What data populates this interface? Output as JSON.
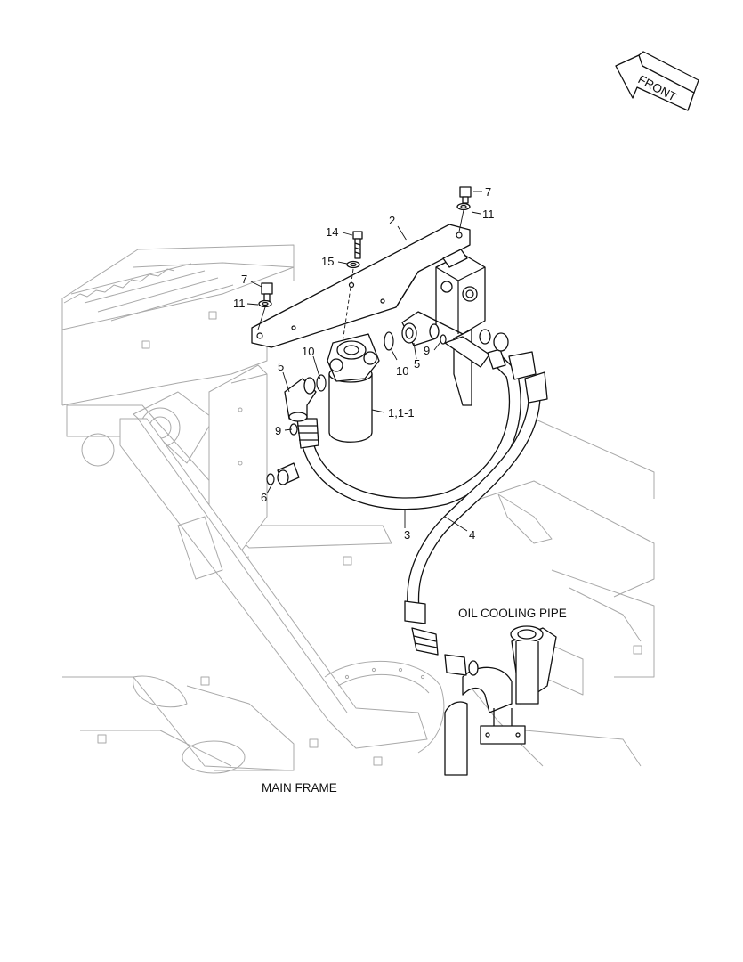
{
  "direction": {
    "label": "FRONT"
  },
  "callouts": [
    {
      "id": "c1",
      "text": "7"
    },
    {
      "id": "c2",
      "text": "11"
    },
    {
      "id": "c3",
      "text": "2"
    },
    {
      "id": "c4",
      "text": "14"
    },
    {
      "id": "c5",
      "text": "15"
    },
    {
      "id": "c6",
      "text": "7"
    },
    {
      "id": "c7",
      "text": "11"
    },
    {
      "id": "c8",
      "text": "10"
    },
    {
      "id": "c9",
      "text": "5"
    },
    {
      "id": "c10",
      "text": "10"
    },
    {
      "id": "c11",
      "text": "5"
    },
    {
      "id": "c12",
      "text": "9"
    },
    {
      "id": "c13",
      "text": "9"
    },
    {
      "id": "c14",
      "text": "1,1-1"
    },
    {
      "id": "c15",
      "text": "6"
    },
    {
      "id": "c16",
      "text": "3"
    },
    {
      "id": "c17",
      "text": "4"
    }
  ],
  "captions": {
    "oil_cooling_pipe": "OIL COOLING PIPE",
    "main_frame": "MAIN FRAME"
  },
  "colors": {
    "linework": "#111111",
    "background_linework": "#a9a9a9",
    "paper": "#ffffff"
  }
}
